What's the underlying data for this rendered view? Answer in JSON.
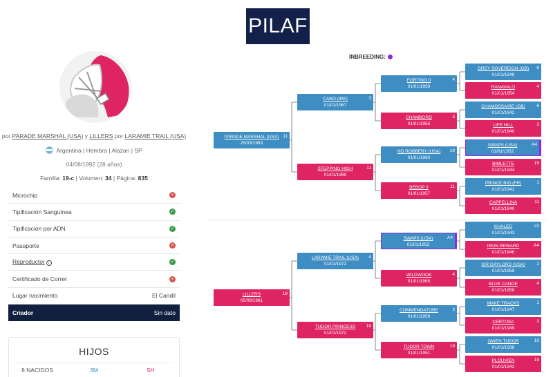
{
  "logo": "PILAF",
  "profile": {
    "parents_prefix": "por",
    "sire": "PARADE MARSHAL (USA)",
    "conj": "y",
    "dam": "LILLERS",
    "dam_prefix": "por",
    "damsire": "LARAMIE TRAIL (USA)",
    "info": "Argentina | Hembra | Alazan | SP",
    "date": "04/08/1992 (28 años)",
    "family_label": "Familia:",
    "family": "19-c",
    "volume_label": "| Volumen:",
    "volume": "34",
    "page_label": "| Página:",
    "page": "835"
  },
  "details": [
    {
      "label": "Microchip",
      "status": "no"
    },
    {
      "label": "Tipificación Sanguínea",
      "status": "ok"
    },
    {
      "label": "Tipificación por ADN",
      "status": "ok"
    },
    {
      "label": "Pasaporte",
      "status": "no"
    },
    {
      "label": "Reproductor",
      "status": "ok"
    },
    {
      "label": "Certificado de Correr",
      "status": "no"
    }
  ],
  "birthplace": {
    "label": "Lugar nacimiento",
    "value": "El Candil"
  },
  "breeder": {
    "label": "Criador",
    "value": "Sin dato"
  },
  "hijos": {
    "title": "HIJOS",
    "born": "8 NACIDOS",
    "males": "3M",
    "females": "5H"
  },
  "inbreeding_label": "INBREEDING:",
  "colors": {
    "blue": "#3f8ec3",
    "pink": "#de2463",
    "navy": "#12203f",
    "inbreed": "#8a2be2"
  },
  "pedigree": {
    "g1": [
      {
        "name": "PARADE MARSHAL (USA)",
        "date": "25/03/1983",
        "count": "11",
        "color": "blue"
      },
      {
        "name": "LILLERS",
        "date": "05/08/1981",
        "count": "19",
        "color": "pink"
      }
    ],
    "g2": [
      {
        "name": "CARO (IRE)",
        "date": "01/01/1967",
        "count": "3",
        "color": "blue"
      },
      {
        "name": "STEPPING HIGH",
        "date": "01/01/1969",
        "count": "11",
        "color": "pink"
      },
      {
        "name": "LARAMIE TRAIL (USA)",
        "date": "01/01/1972",
        "count": "4",
        "color": "blue"
      },
      {
        "name": "TUDOR PRINCESS",
        "date": "01/01/1972",
        "count": "19",
        "color": "pink"
      }
    ],
    "g3": [
      {
        "name": "FORTINO II",
        "date": "01/01/1959",
        "count": "4",
        "color": "blue"
      },
      {
        "name": "CHAMBORD",
        "date": "01/01/1955",
        "count": "3",
        "color": "pink"
      },
      {
        "name": "NO ROBBERY (USA)",
        "date": "01/01/1960",
        "count": "19",
        "color": "blue"
      },
      {
        "name": "BEBOP II",
        "date": "01/01/1957",
        "count": "11",
        "color": "pink"
      },
      {
        "name": "SWAPS (USA)",
        "date": "01/01/1952",
        "count": "A4",
        "color": "blue",
        "mark": true
      },
      {
        "name": "WILDWOOK",
        "date": "01/01/1965",
        "count": "4",
        "color": "pink"
      },
      {
        "name": "COMMENDATORE",
        "date": "01/01/1956",
        "count": "3",
        "color": "blue"
      },
      {
        "name": "TUDOR TOWN",
        "date": "01/01/1951",
        "count": "19",
        "color": "pink"
      }
    ],
    "g4": [
      {
        "name": "GREY SOVEREIGN (GB)",
        "date": "01/01/1948",
        "count": "6",
        "color": "blue"
      },
      {
        "name": "RANAVALO",
        "date": "01/01/1954",
        "count": "4",
        "color": "pink"
      },
      {
        "name": "CHAMOSSAIRE (GB)",
        "date": "01/01/1942",
        "count": "6",
        "color": "blue"
      },
      {
        "name": "LIFE HILL",
        "date": "01/01/1940",
        "count": "3",
        "color": "pink"
      },
      {
        "name": "SWAPS (USA)",
        "date": "01/01/1952",
        "count": "A4",
        "color": "blue",
        "mark": true
      },
      {
        "name": "BIMLETTE",
        "date": "01/01/1944",
        "count": "19",
        "color": "pink"
      },
      {
        "name": "PRINCE BIO (FR)",
        "date": "01/01/1941",
        "count": "1",
        "color": "blue"
      },
      {
        "name": "CAPPELLINA",
        "date": "01/01/1940",
        "count": "11",
        "color": "pink"
      },
      {
        "name": "KHALED",
        "date": "01/01/1943",
        "count": "22",
        "color": "blue"
      },
      {
        "name": "IRON REWARD",
        "date": "01/01/1946",
        "count": "A4",
        "color": "pink"
      },
      {
        "name": "SIR GAYLORD (USA)",
        "date": "01/01/1959",
        "count": "2",
        "color": "blue"
      },
      {
        "name": "BLUE CANOE",
        "date": "01/01/1958",
        "count": "4",
        "color": "pink"
      },
      {
        "name": "MAKE TRACKS",
        "date": "01/01/1947",
        "count": "1",
        "color": "blue"
      },
      {
        "name": "CERTOSA",
        "date": "01/01/1949",
        "count": "3",
        "color": "pink"
      },
      {
        "name": "OWEN TUDOR",
        "date": "01/01/1938",
        "count": "10",
        "color": "blue"
      },
      {
        "name": "PLOUVIEN",
        "date": "01/01/1942",
        "count": "19",
        "color": "pink"
      }
    ]
  }
}
